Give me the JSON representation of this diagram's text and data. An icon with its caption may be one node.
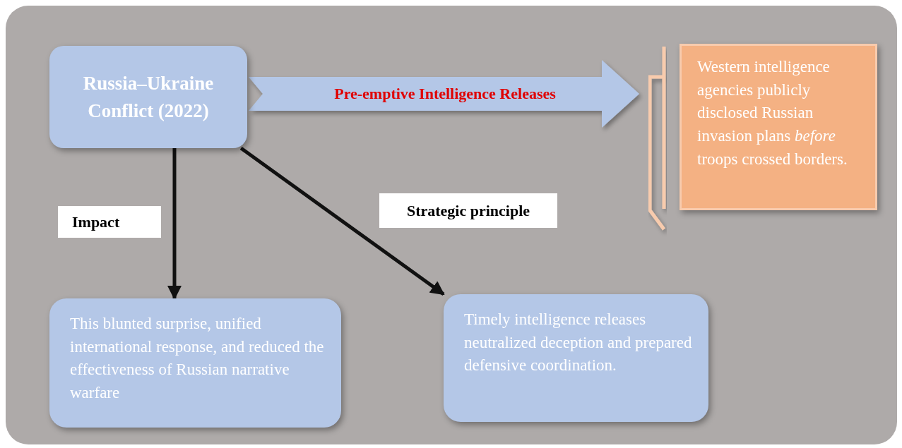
{
  "diagram": {
    "nodes": [
      {
        "text": [
          "Russia–Ukraine Conflict (2022)"
        ]
      },
      {
        "text": [
          "Western intelligence agencies publicly disclosed Russian invasion plans *before* troops crossed borders."
        ]
      },
      {
        "text": [
          "This blunted surprise, unified international response, and reduced the effectiveness of Russian narrative warfare"
        ]
      },
      {
        "text": [
          "Timely intelligence releases neutralized deception and prepared defensive coordination."
        ]
      }
    ],
    "edges": [
      {
        "from": 0,
        "to": 1,
        "arrow": "to",
        "label": "Pre-emptive Intelligence Releases",
        "style": "thick"
      },
      {
        "from": 0,
        "to": 2,
        "arrow": "to",
        "label": "Impact"
      },
      {
        "from": 0,
        "to": 3,
        "arrow": "to",
        "label": "Strategic principle"
      }
    ]
  }
}
